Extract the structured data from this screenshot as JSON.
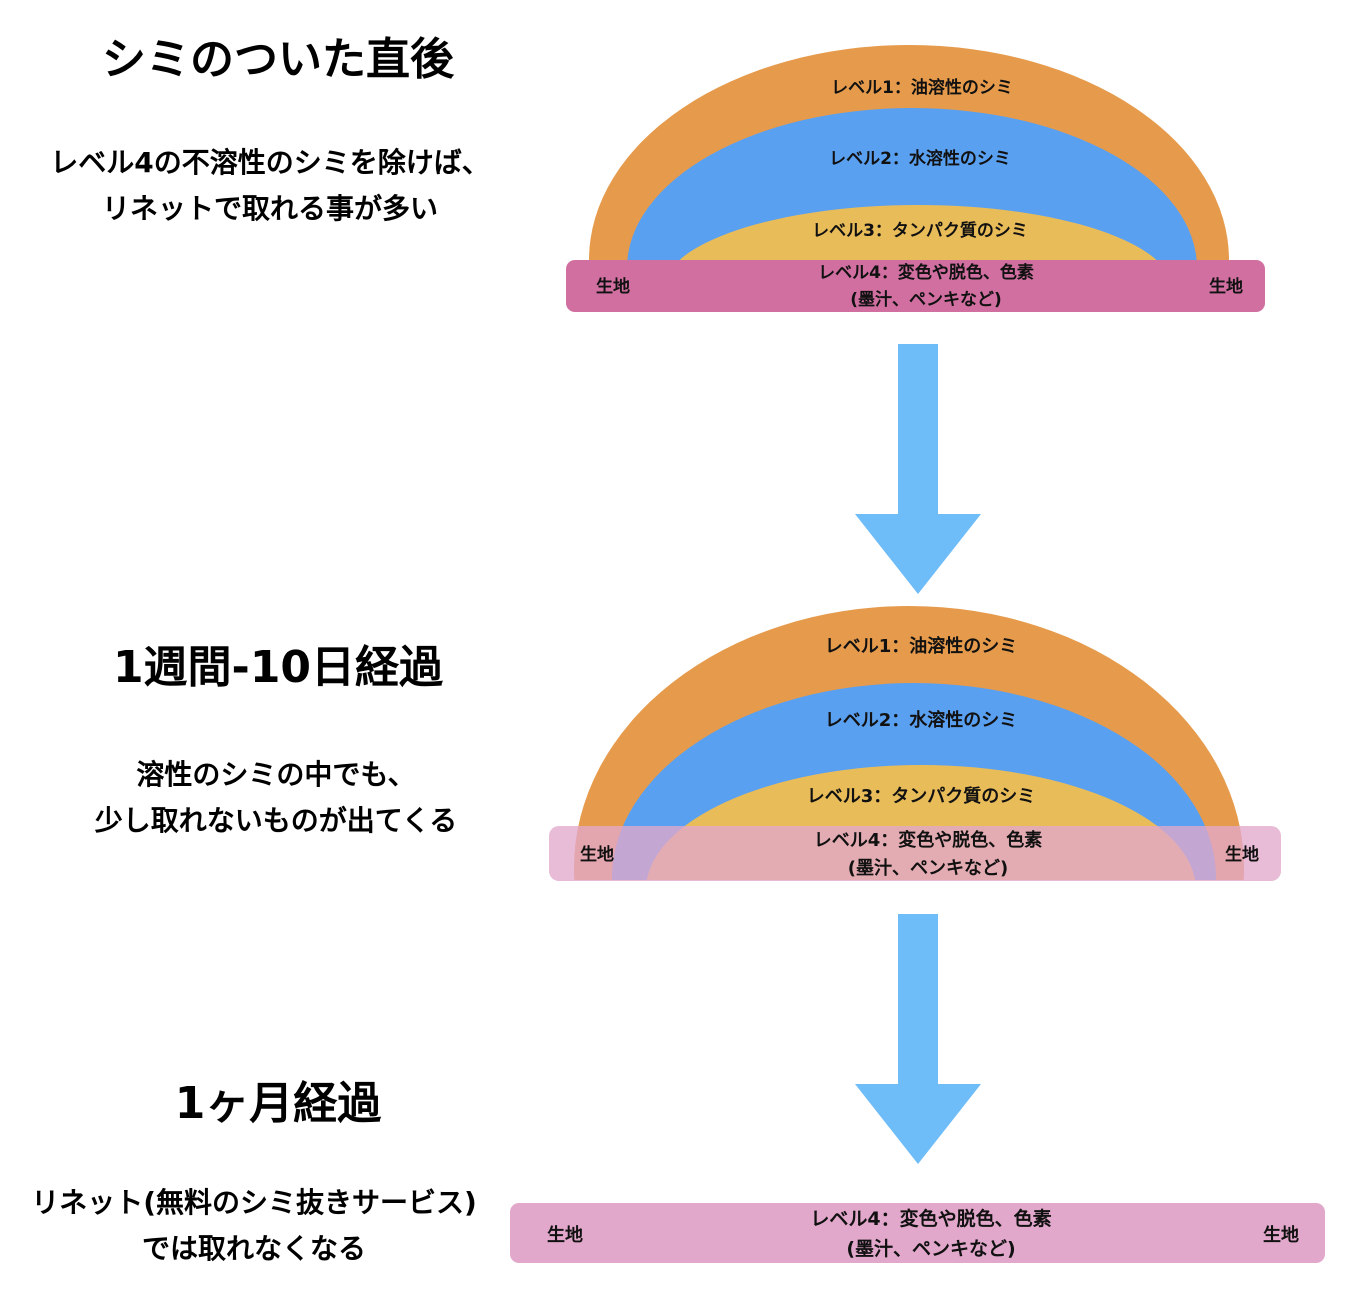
{
  "stages": [
    {
      "title": "シミのついた直後",
      "description": [
        "レベル4の不溶性のシミを除けば、",
        "リネットで取れる事が多い"
      ]
    },
    {
      "title": "1週間-10日経過",
      "description": [
        "溶性のシミの中でも、",
        "少し取れないものが出てくる"
      ]
    },
    {
      "title": "1ヶ月経過",
      "description": [
        "リネット(無料のシミ抜きサービス)",
        "では取れなくなる"
      ]
    }
  ],
  "labels": {
    "level1": "レベル1：油溶性のシミ",
    "level2": "レベル2：水溶性のシミ",
    "level3": "レベル3：タンパク質のシミ",
    "level4_line1": "レベル4：変色や脱色、色素",
    "level4_line2": "(墨汁、ペンキなど)",
    "fabric": "生地"
  },
  "colors": {
    "level1": "#E69B4C",
    "level2": "#5AA0F0",
    "level3": "#E9BC5A",
    "level4_strong": "#D06FA0",
    "level4_faint": "#E2A8CB",
    "arrow": "#6EBCF8",
    "text": "#111111"
  }
}
